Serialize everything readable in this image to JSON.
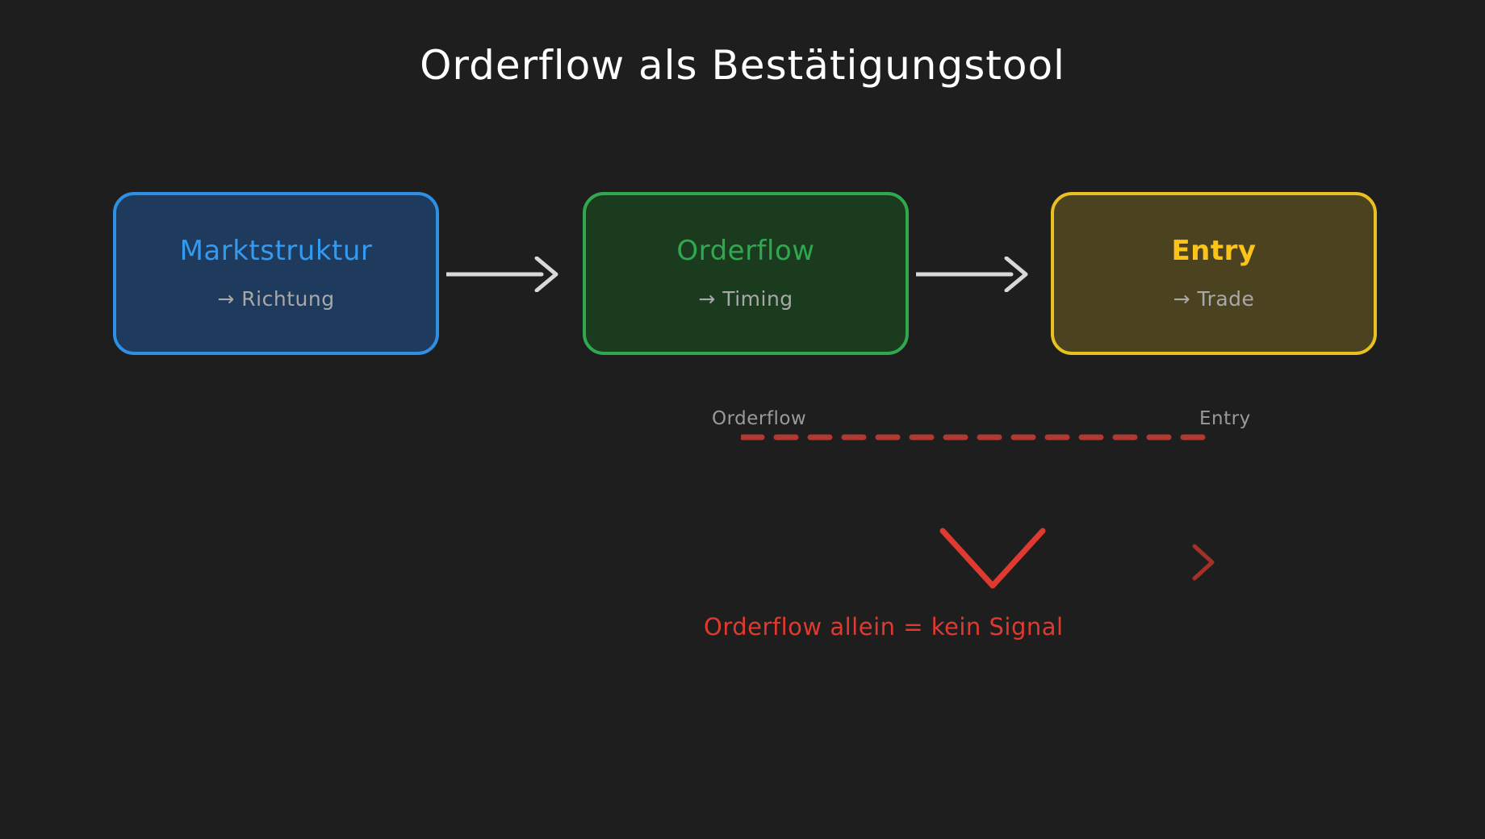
{
  "page": {
    "title": "Orderflow als Bestätigungstool",
    "background_color": "#1e1e1e"
  },
  "flow": {
    "boxes": [
      {
        "id": "marktstruktur",
        "title": "Marktstruktur",
        "subtitle": "→  Richtung",
        "fill_color": "#1e3a5c",
        "border_color": "#2f8fe4",
        "title_color": "#339af0"
      },
      {
        "id": "orderflow",
        "title": "Orderflow",
        "subtitle": "→  Timing",
        "fill_color": "#1b3b1e",
        "border_color": "#2fa84f",
        "title_color": "#2fa84f"
      },
      {
        "id": "entry",
        "title": "Entry",
        "subtitle": "→  Trade",
        "fill_color": "#4b4220",
        "border_color": "#e8c020",
        "title_color": "#fcc419"
      }
    ],
    "arrow_color": "#d9d9d9"
  },
  "relation": {
    "source_label": "Orderflow",
    "target_label": "Entry",
    "line_style": "dashed",
    "line_color": "#b03a32",
    "label_color": "#9a9a9a"
  },
  "warning": {
    "caption": "Orderflow allein = kein Signal",
    "caption_color": "#e03a30",
    "chevron_big_color": "#e03a30",
    "chevron_small_color": "#a33029"
  }
}
